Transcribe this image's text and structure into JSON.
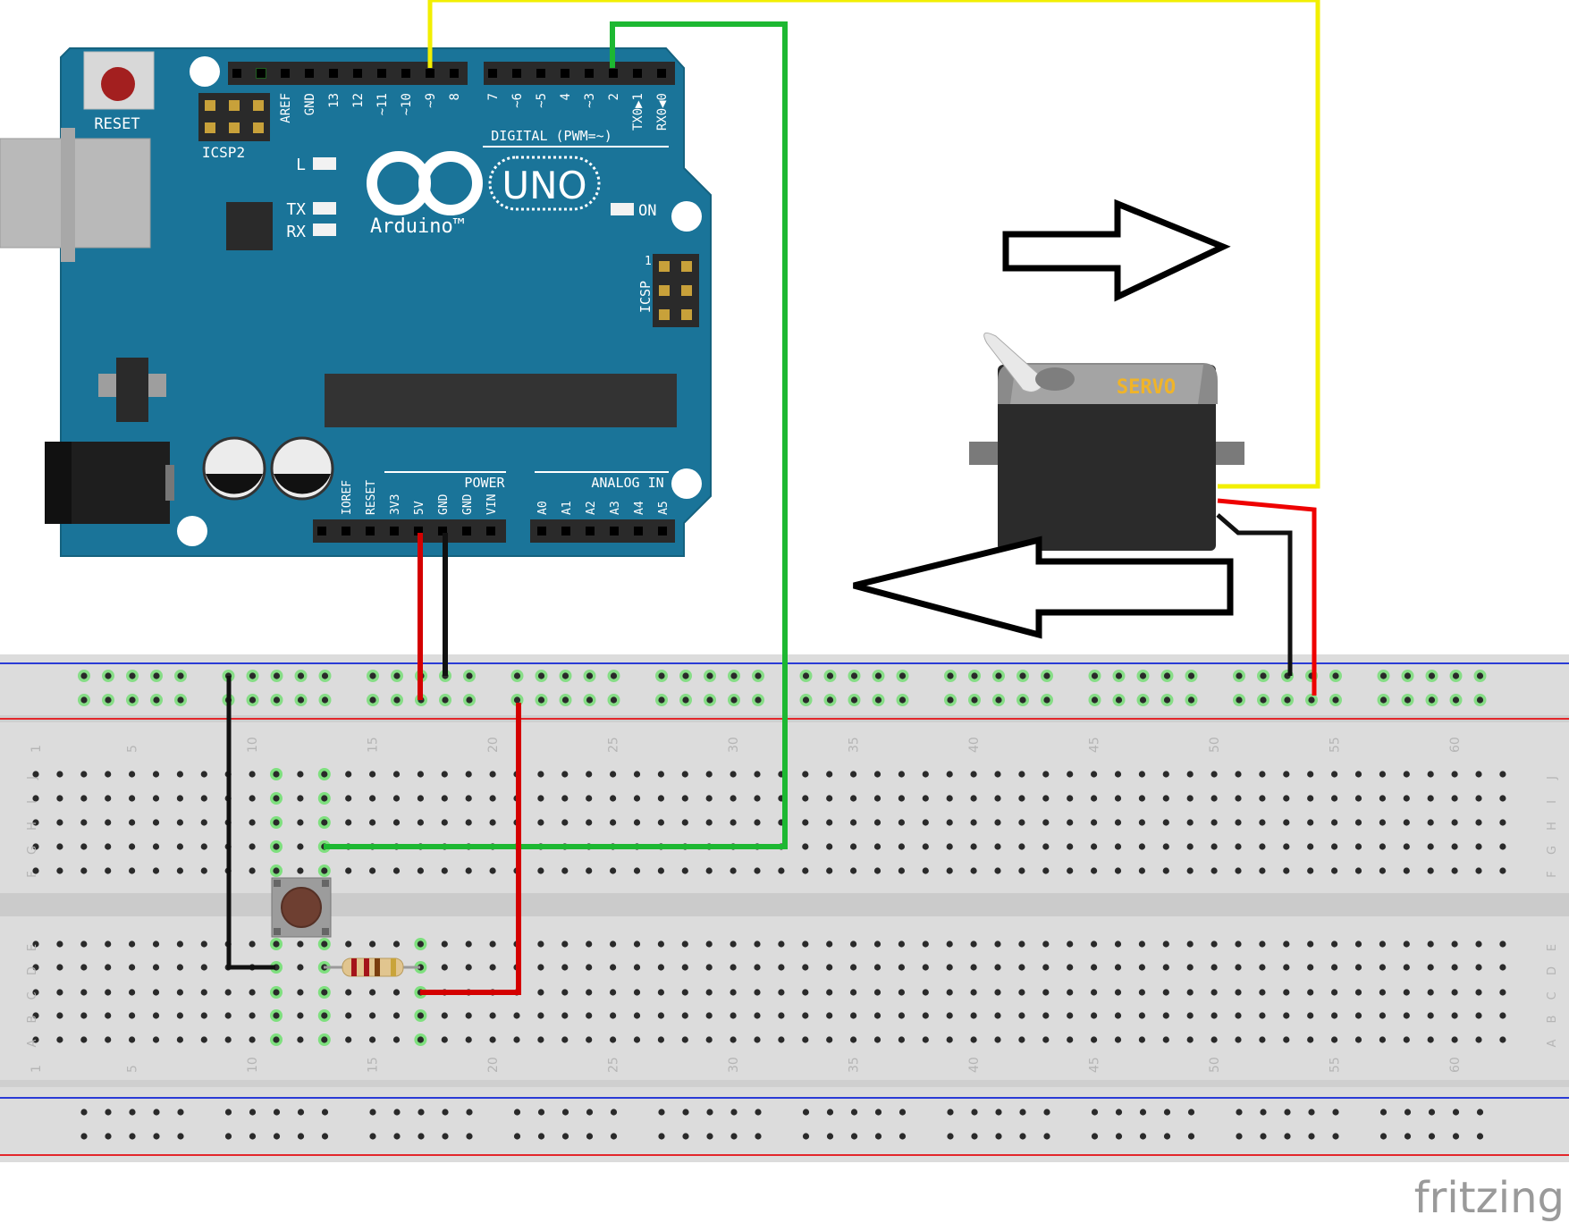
{
  "arduino": {
    "reset_label": "RESET",
    "icsp2_label": "ICSP2",
    "icsp_label": "ICSP",
    "icsp_pin1": "1",
    "digital_header_label": "DIGITAL (PWM=~)",
    "digital_pins": [
      "AREF",
      "GND",
      "13",
      "12",
      "~11",
      "~10",
      "~9",
      "8",
      "7",
      "~6",
      "~5",
      "4",
      "~3",
      "2",
      "TX0▶1",
      "RX0◀0"
    ],
    "led_l": "L",
    "led_tx": "TX",
    "led_rx": "RX",
    "led_on": "ON",
    "logo_word": "Arduino™",
    "model": "UNO",
    "power_label": "POWER",
    "power_pins": [
      "IOREF",
      "RESET",
      "3V3",
      "5V",
      "GND",
      "GND",
      "VIN"
    ],
    "analog_label": "ANALOG IN",
    "analog_pins": [
      "A0",
      "A1",
      "A2",
      "A3",
      "A4",
      "A5"
    ]
  },
  "servo": {
    "label": "SERVO"
  },
  "breadboard": {
    "column_numbers": [
      "1",
      "5",
      "10",
      "15",
      "20",
      "25",
      "30",
      "35",
      "40",
      "45",
      "50",
      "55",
      "60"
    ],
    "top_row_letters": [
      "J",
      "I",
      "H",
      "G",
      "F"
    ],
    "bottom_row_letters": [
      "E",
      "D",
      "C",
      "B",
      "A"
    ]
  },
  "watermark": "fritzing",
  "colors": {
    "board": "#1a7499",
    "wire_yellow": "#f2ef00",
    "wire_green": "#1db832",
    "wire_red": "#d40000",
    "wire_black": "#111111",
    "rail_blue": "#2a3bd6",
    "rail_red": "#e3272b",
    "breadboard": "#dcdcdc"
  }
}
